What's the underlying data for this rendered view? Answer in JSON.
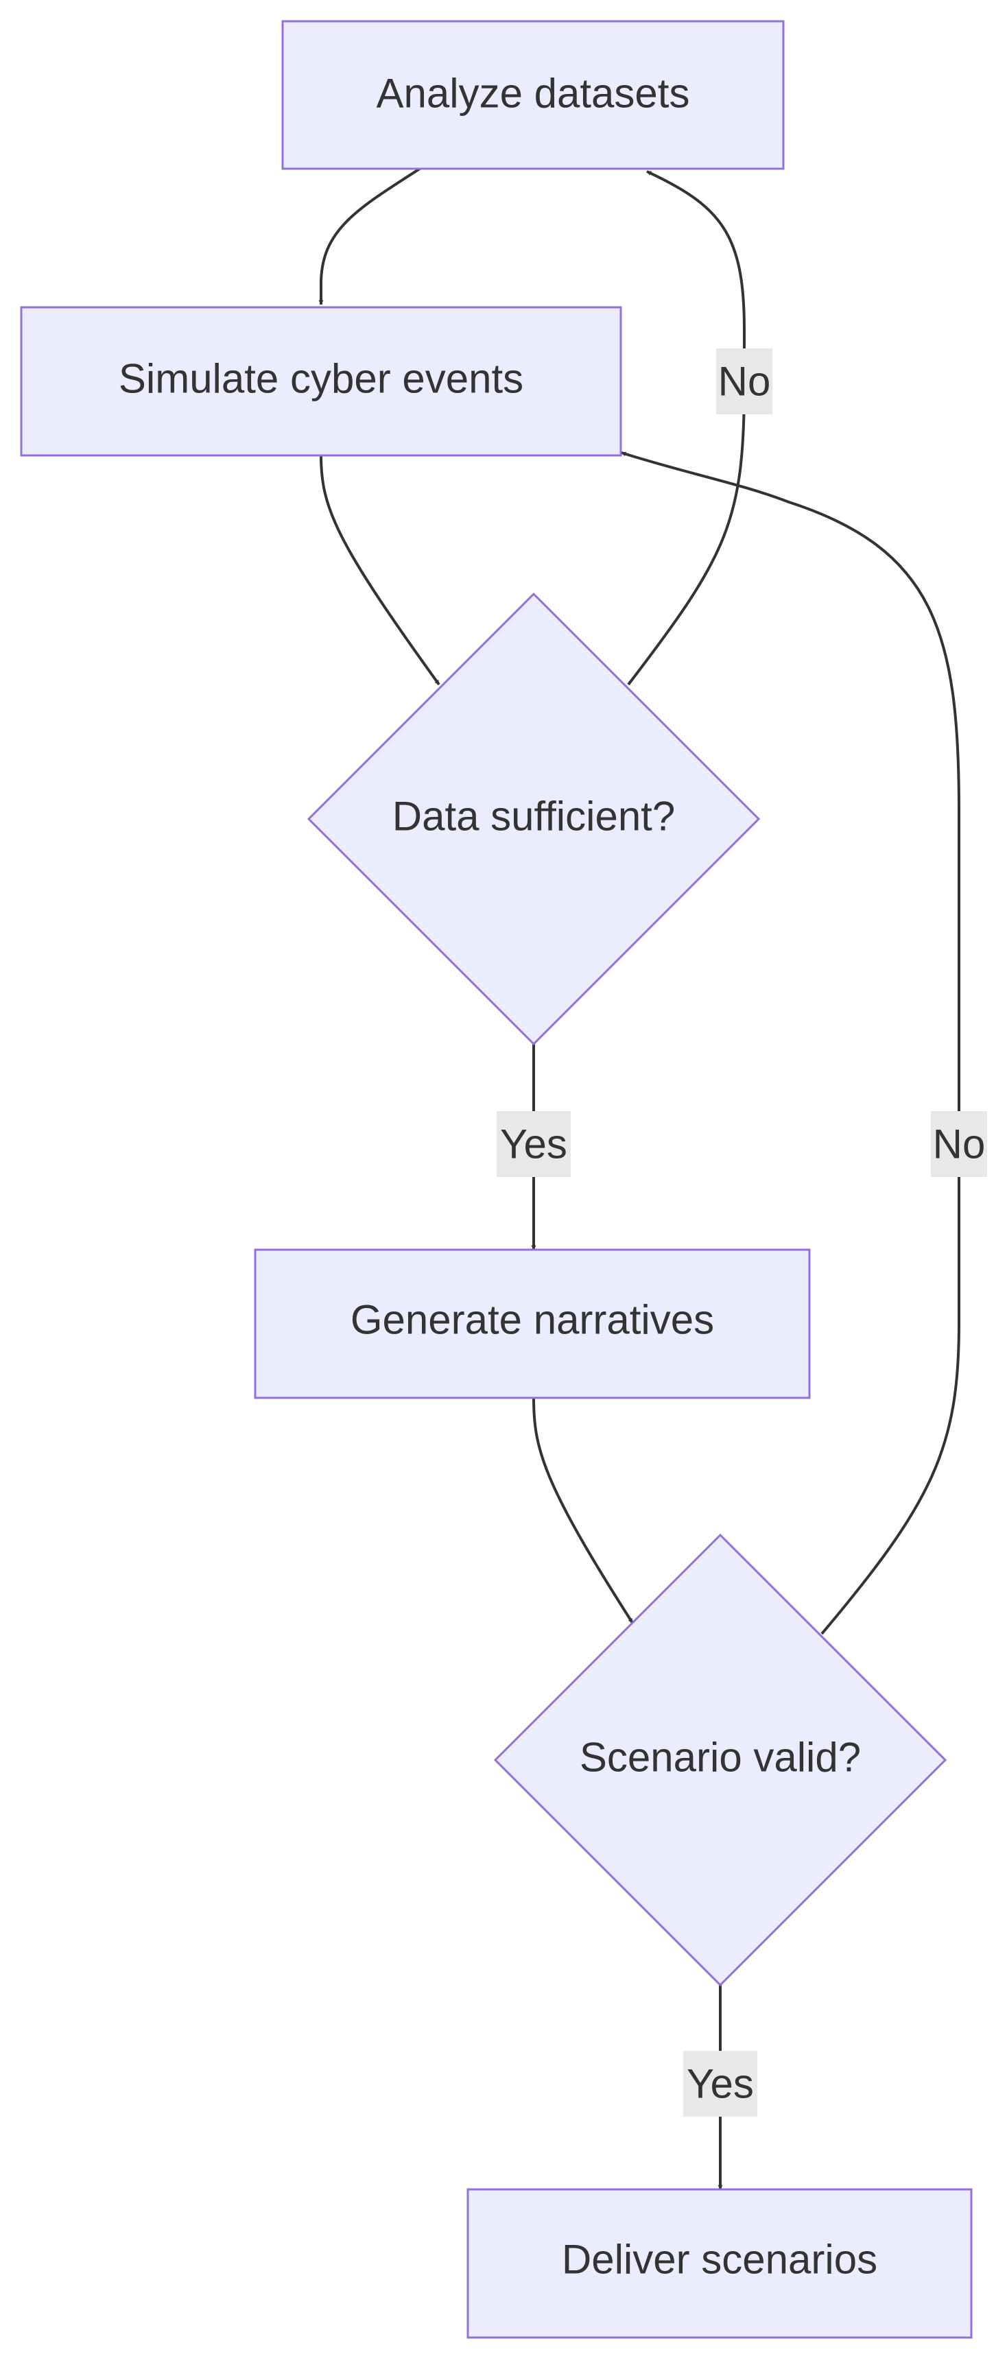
{
  "nodes": {
    "analyze": {
      "label": "Analyze datasets"
    },
    "simulate": {
      "label": "Simulate cyber events"
    },
    "data_sufficient": {
      "label": "Data sufficient?"
    },
    "generate": {
      "label": "Generate narratives"
    },
    "scenario_valid": {
      "label": "Scenario valid?"
    },
    "deliver": {
      "label": "Deliver scenarios"
    }
  },
  "edges": {
    "data_sufficient_no": {
      "label": "No"
    },
    "data_sufficient_yes": {
      "label": "Yes"
    },
    "scenario_valid_no": {
      "label": "No"
    },
    "scenario_valid_yes": {
      "label": "Yes"
    }
  },
  "colors": {
    "node_fill": "#ececff",
    "node_stroke": "#9370db",
    "edge": "#333333",
    "edge_label_bg": "#e8e8e8",
    "text": "#333333"
  }
}
